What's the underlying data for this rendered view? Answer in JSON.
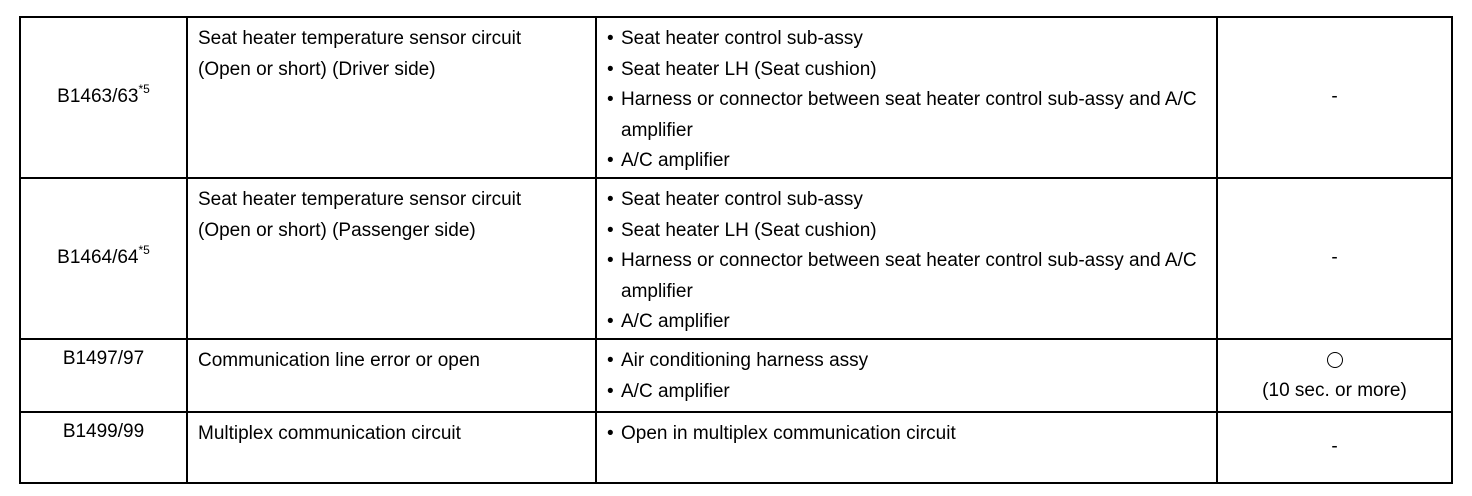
{
  "rows": [
    {
      "code": "B1463/63",
      "note": "*5",
      "detection": [
        "Seat heater temperature sensor circuit",
        "(Open or short) (Driver side)"
      ],
      "areas": [
        "Seat heater control sub-assy",
        "Seat heater LH (Seat cushion)",
        "Harness or connector between seat heater control sub-assy and A/C amplifier",
        "A/C amplifier"
      ],
      "memory": "-"
    },
    {
      "code": "B1464/64",
      "note": "*5",
      "detection": [
        "Seat heater temperature sensor circuit",
        "(Open or short) (Passenger side)"
      ],
      "areas": [
        "Seat heater control sub-assy",
        "Seat heater LH (Seat cushion)",
        "Harness or connector between seat heater control sub-assy and A/C amplifier",
        "A/C amplifier"
      ],
      "memory": "-"
    },
    {
      "code": "B1497/97",
      "note": "",
      "detection": [
        "Communication line error or open"
      ],
      "areas": [
        "Air conditioning harness assy",
        "A/C amplifier"
      ],
      "memory_icon": "circle-mark-icon",
      "memory": "(10 sec. or more)"
    },
    {
      "code": "B1499/99",
      "note": "",
      "detection": [
        "Multiplex communication circuit"
      ],
      "areas": [
        "Open in multiplex communication circuit"
      ],
      "memory": "-"
    }
  ]
}
